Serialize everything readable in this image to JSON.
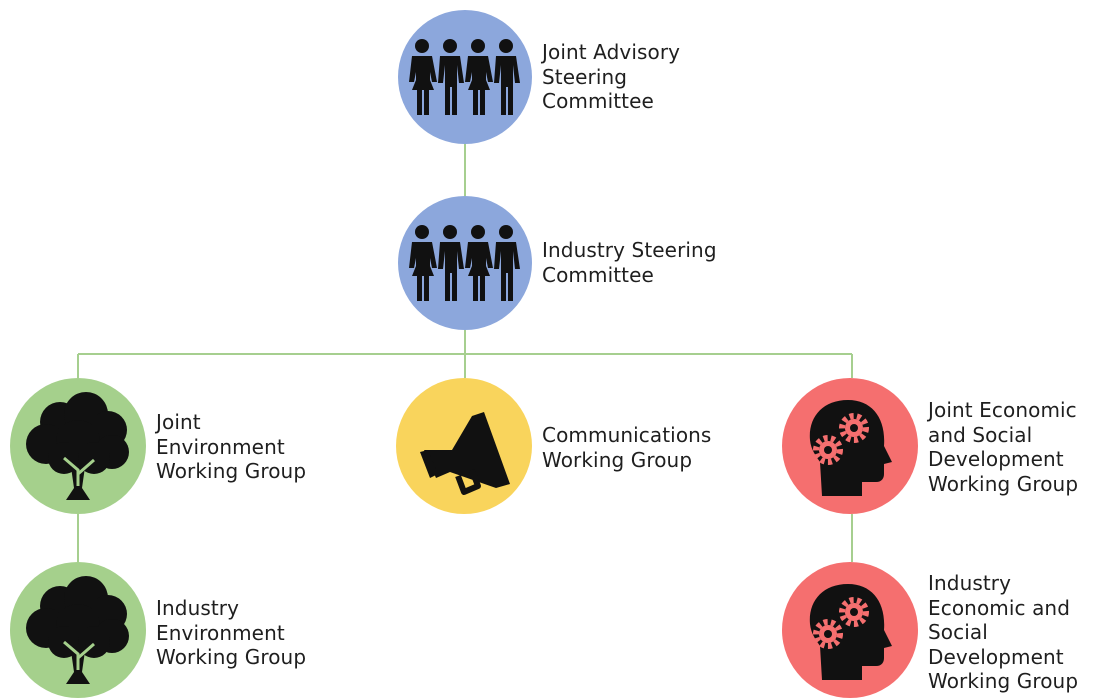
{
  "colors": {
    "committee": "#8ca7dc",
    "environment": "#a5d08c",
    "communications": "#f9d45c",
    "economic": "#f56f6f",
    "connector": "#a6cf8f",
    "icon": "#111111",
    "text": "#1f1f1f"
  },
  "nodes": {
    "joint_advisory": {
      "icon": "people-group-icon",
      "lines": [
        "Joint Advisory",
        "Steering",
        "Committee"
      ]
    },
    "industry_steering": {
      "icon": "people-group-icon",
      "lines": [
        "Industry Steering",
        "Committee"
      ]
    },
    "joint_environment": {
      "icon": "tree-icon",
      "lines": [
        "Joint",
        "Environment",
        "Working Group"
      ]
    },
    "communications": {
      "icon": "megaphone-icon",
      "lines": [
        "Communications",
        "Working Group"
      ]
    },
    "joint_economic": {
      "icon": "head-gears-icon",
      "lines": [
        "Joint Economic",
        "and Social",
        "Development",
        "Working Group"
      ]
    },
    "industry_environment": {
      "icon": "tree-icon",
      "lines": [
        "Industry",
        "Environment",
        "Working Group"
      ]
    },
    "industry_economic": {
      "icon": "head-gears-icon",
      "lines": [
        "Industry",
        "Economic and",
        "Social",
        "Development",
        "Working Group"
      ]
    }
  }
}
